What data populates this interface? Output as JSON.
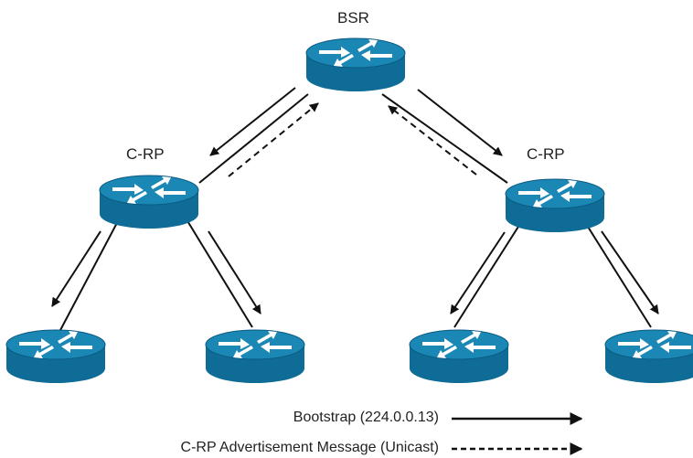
{
  "nodes": {
    "bsr_label": "BSR",
    "crp_left_label": "C-RP",
    "crp_right_label": "C-RP"
  },
  "legend": {
    "bootstrap_label": "Bootstrap (224.0.0.13)",
    "crp_adv_label": "C-RP Advertisement Message (Unicast)"
  },
  "colors": {
    "router_top": "#1b87b5",
    "router_side": "#0e6c96",
    "router_arrows": "#ffffff",
    "line": "#111111"
  },
  "icons": {
    "router": "router-icon"
  }
}
